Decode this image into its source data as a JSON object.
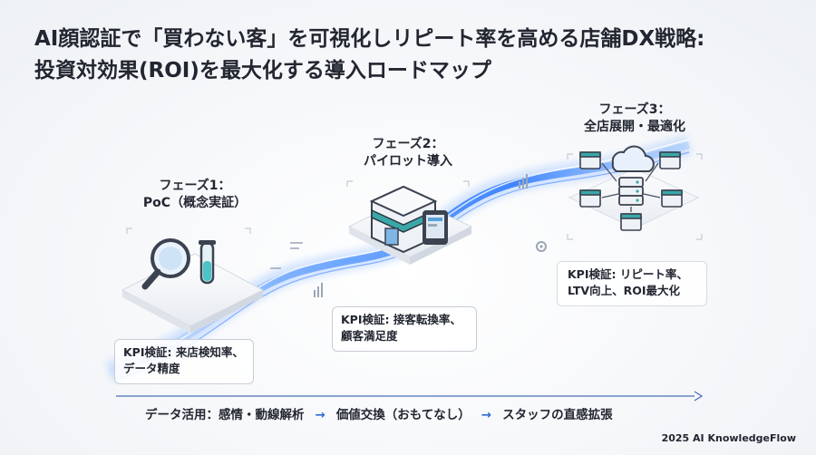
{
  "title": {
    "line1": "AI顔認証で「買わない客」を可視化しリピート率を高める店舗DX戦略:",
    "line2": "投資対効果(ROI)を最大化する導入ロードマップ"
  },
  "phases": [
    {
      "label_line1": "フェーズ1：",
      "label_line2": "PoC（概念実証）",
      "kpi_line1": "KPI検証: 来店検知率、",
      "kpi_line2": "データ精度"
    },
    {
      "label_line1": "フェーズ2：",
      "label_line2": "パイロット導入",
      "kpi_line1": "KPI検証: 接客転換率、",
      "kpi_line2": "顧客満足度"
    },
    {
      "label_line1": "フェーズ3：",
      "label_line2": "全店展開・最適化",
      "kpi_line1": "KPI検証: リピート率、",
      "kpi_line2": "LTV向上、ROI最大化"
    }
  ],
  "bottom_flow": {
    "step1": "データ活用：感情・動線解析",
    "step2": "価値交換（おもてなし）",
    "step3": "スタッフの直感拡張",
    "arrow": "→"
  },
  "footer": "2025 AI KnowledgeFlow",
  "colors": {
    "accent": "#2f6bd6",
    "flow_light": "#9cc7ff",
    "text": "#222630"
  },
  "icons": [
    "magnifier-icon",
    "test-tube-icon",
    "store-icon",
    "tablet-icon",
    "cloud-icon",
    "server-icon",
    "gear-icon",
    "chart-icon"
  ]
}
